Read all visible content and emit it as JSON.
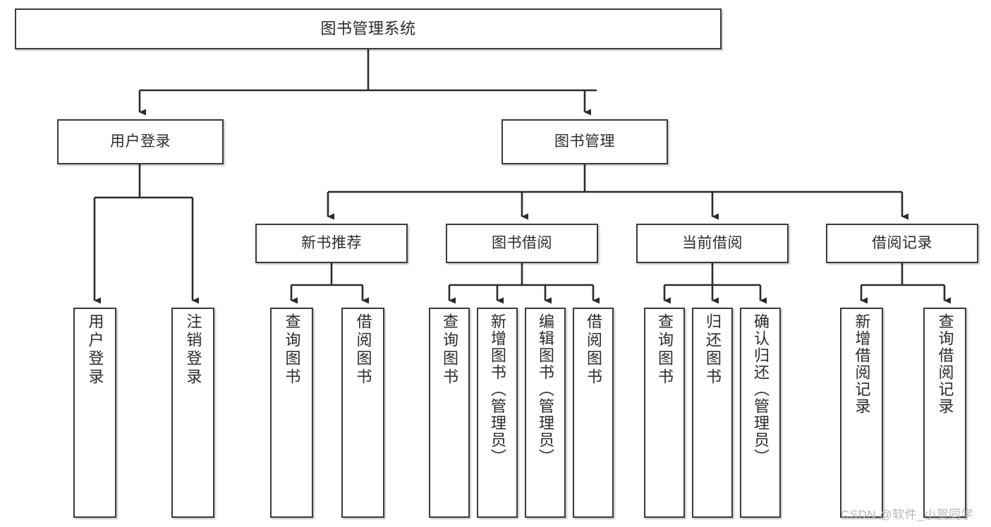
{
  "diagram": {
    "title": "图书管理系统",
    "type": "tree-hierarchy-chart",
    "watermark": "CSDN @软件_小贺同学",
    "colors": {
      "box_border": "#3b3b3b",
      "box_fill": "#ffffff",
      "connector": "#2b2b2b",
      "text": "#2b2b2b",
      "watermark": "#b8b8b8",
      "background": "#ffffff"
    },
    "nodes": {
      "root": {
        "label": "图书管理系统"
      },
      "level2": [
        {
          "id": "user-login",
          "label": "用户登录"
        },
        {
          "id": "book-management",
          "label": "图书管理"
        }
      ],
      "level3": [
        {
          "id": "new-book-recommend",
          "label": "新书推荐"
        },
        {
          "id": "book-borrow",
          "label": "图书借阅"
        },
        {
          "id": "current-borrow",
          "label": "当前借阅"
        },
        {
          "id": "borrow-record",
          "label": "借阅记录"
        }
      ],
      "leaves": {
        "user-login": [
          {
            "id": "leaf-user-login",
            "label": "用户登录"
          },
          {
            "id": "leaf-logout-login",
            "label": "注销登录"
          }
        ],
        "new-book-recommend": [
          {
            "id": "leaf-query-book-1",
            "label": "查询图书"
          },
          {
            "id": "leaf-borrow-book-1",
            "label": "借阅图书"
          }
        ],
        "book-borrow": [
          {
            "id": "leaf-query-book-2",
            "label": "查询图书"
          },
          {
            "id": "leaf-add-book",
            "label": "新增图书（管理员）"
          },
          {
            "id": "leaf-edit-book",
            "label": "编辑图书（管理员）"
          },
          {
            "id": "leaf-borrow-book-2",
            "label": "借阅图书"
          }
        ],
        "current-borrow": [
          {
            "id": "leaf-query-book-3",
            "label": "查询图书"
          },
          {
            "id": "leaf-return-book",
            "label": "归还图书"
          },
          {
            "id": "leaf-confirm-return",
            "label": "确认归还（管理员）"
          }
        ],
        "borrow-record": [
          {
            "id": "leaf-add-record",
            "label": "新增借阅记录"
          },
          {
            "id": "leaf-query-record",
            "label": "查询借阅记录"
          }
        ]
      }
    }
  }
}
